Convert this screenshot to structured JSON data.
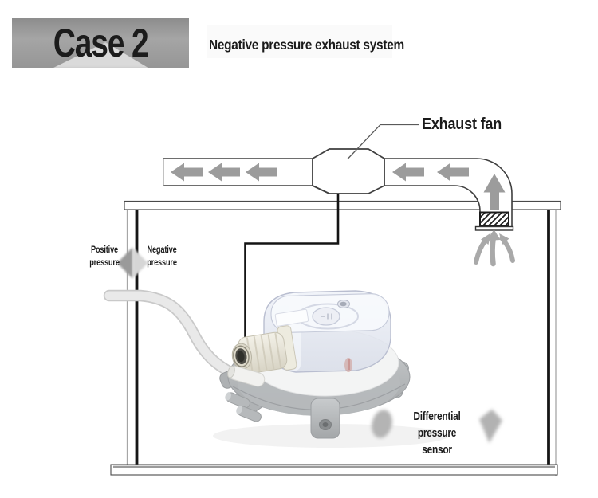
{
  "title": {
    "case_label": "Case 2",
    "subtitle": "Negative pressure exhaust system"
  },
  "annotations": {
    "exhaust_fan": "Exhaust fan",
    "positive_pressure_line1": "Positive",
    "positive_pressure_line2": "pressure",
    "negative_pressure_line1": "Negative",
    "negative_pressure_line2": "pressure",
    "sensor_line1": "Differential pressure",
    "sensor_line2": "sensor"
  },
  "colors": {
    "title_box_gray": "#9a9a9a",
    "flow_arrow_gray": "#9c9c9c",
    "intake_arrow_gray": "#a9a9a9",
    "outline_dark": "#3f3f3f",
    "wall_black": "#161616",
    "tube_black": "#141414",
    "reference_tube_gray": "#e9e9e9",
    "diamond_dark_half": "#9a9a9a",
    "diamond_light_half": "#d6d6d6",
    "sensor_base_gray": "#b0b3b5",
    "sensor_gland_beige": "#e8e4d7",
    "text_color": "#1a1a1a"
  }
}
